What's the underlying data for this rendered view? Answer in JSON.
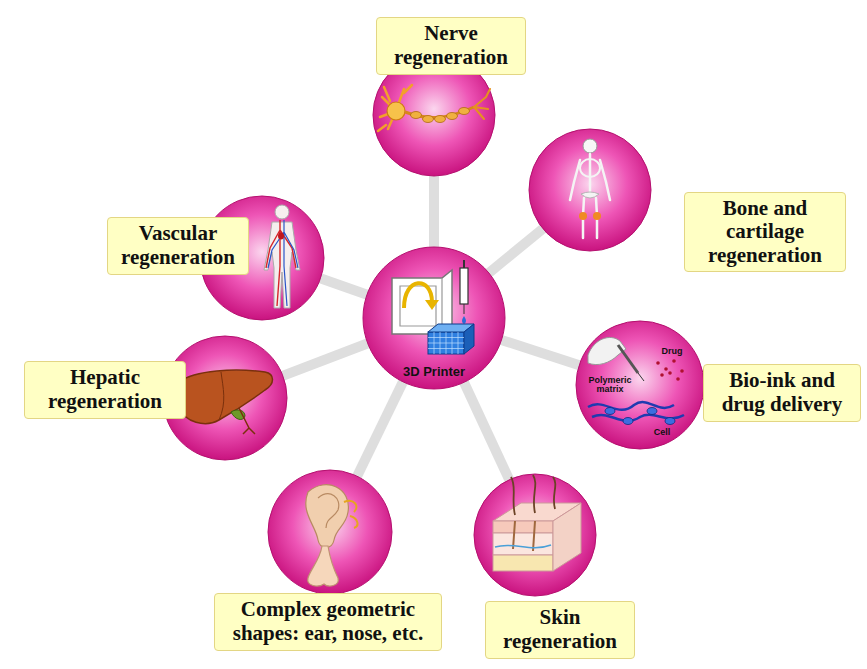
{
  "diagram": {
    "nodes": [
      {
        "text": [
          "3D Printer"
        ]
      },
      {
        "text": [
          "Nerve regeneration"
        ]
      },
      {
        "text": [
          "Bone and cartilage regeneration"
        ]
      },
      {
        "text": [
          "Bio-ink and drug delivery",
          "Drug",
          "Polymeric matrix",
          "Cell"
        ]
      },
      {
        "text": [
          "Skin regeneration"
        ]
      },
      {
        "text": [
          "Complex geometric shapes: ear, nose, etc."
        ]
      },
      {
        "text": [
          "Hepatic regeneration"
        ]
      },
      {
        "text": [
          "Vascular regeneration"
        ]
      }
    ],
    "edges": [
      {
        "from": 0,
        "to": 1,
        "arrow": "none"
      },
      {
        "from": 0,
        "to": 2,
        "arrow": "none"
      },
      {
        "from": 0,
        "to": 3,
        "arrow": "none"
      },
      {
        "from": 0,
        "to": 4,
        "arrow": "none"
      },
      {
        "from": 0,
        "to": 5,
        "arrow": "none"
      },
      {
        "from": 0,
        "to": 6,
        "arrow": "none"
      },
      {
        "from": 0,
        "to": 7,
        "arrow": "none"
      }
    ]
  }
}
